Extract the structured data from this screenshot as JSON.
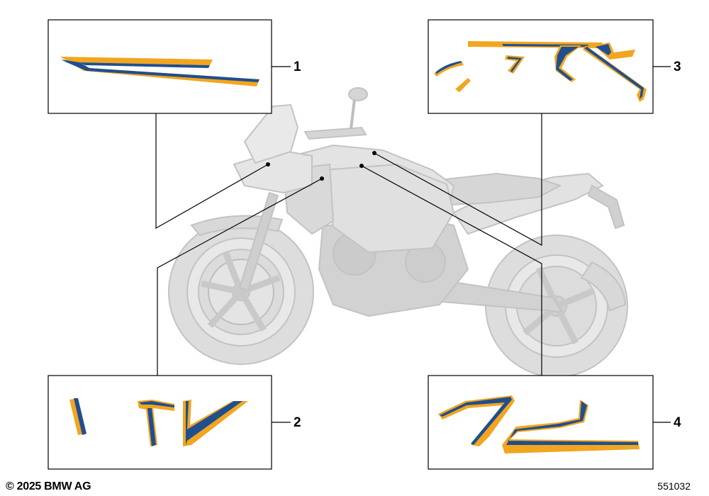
{
  "callouts": [
    "1",
    "2",
    "3",
    "4"
  ],
  "footer": {
    "copyright": "© 2025 BMW AG",
    "diagram_number": "551032"
  },
  "colors": {
    "decal_blue": "#1f4f8e",
    "decal_orange": "#f2a51f",
    "bike_fill": "#dcdcdc",
    "bike_stroke": "#c4c4c4",
    "frame": "#000000"
  }
}
